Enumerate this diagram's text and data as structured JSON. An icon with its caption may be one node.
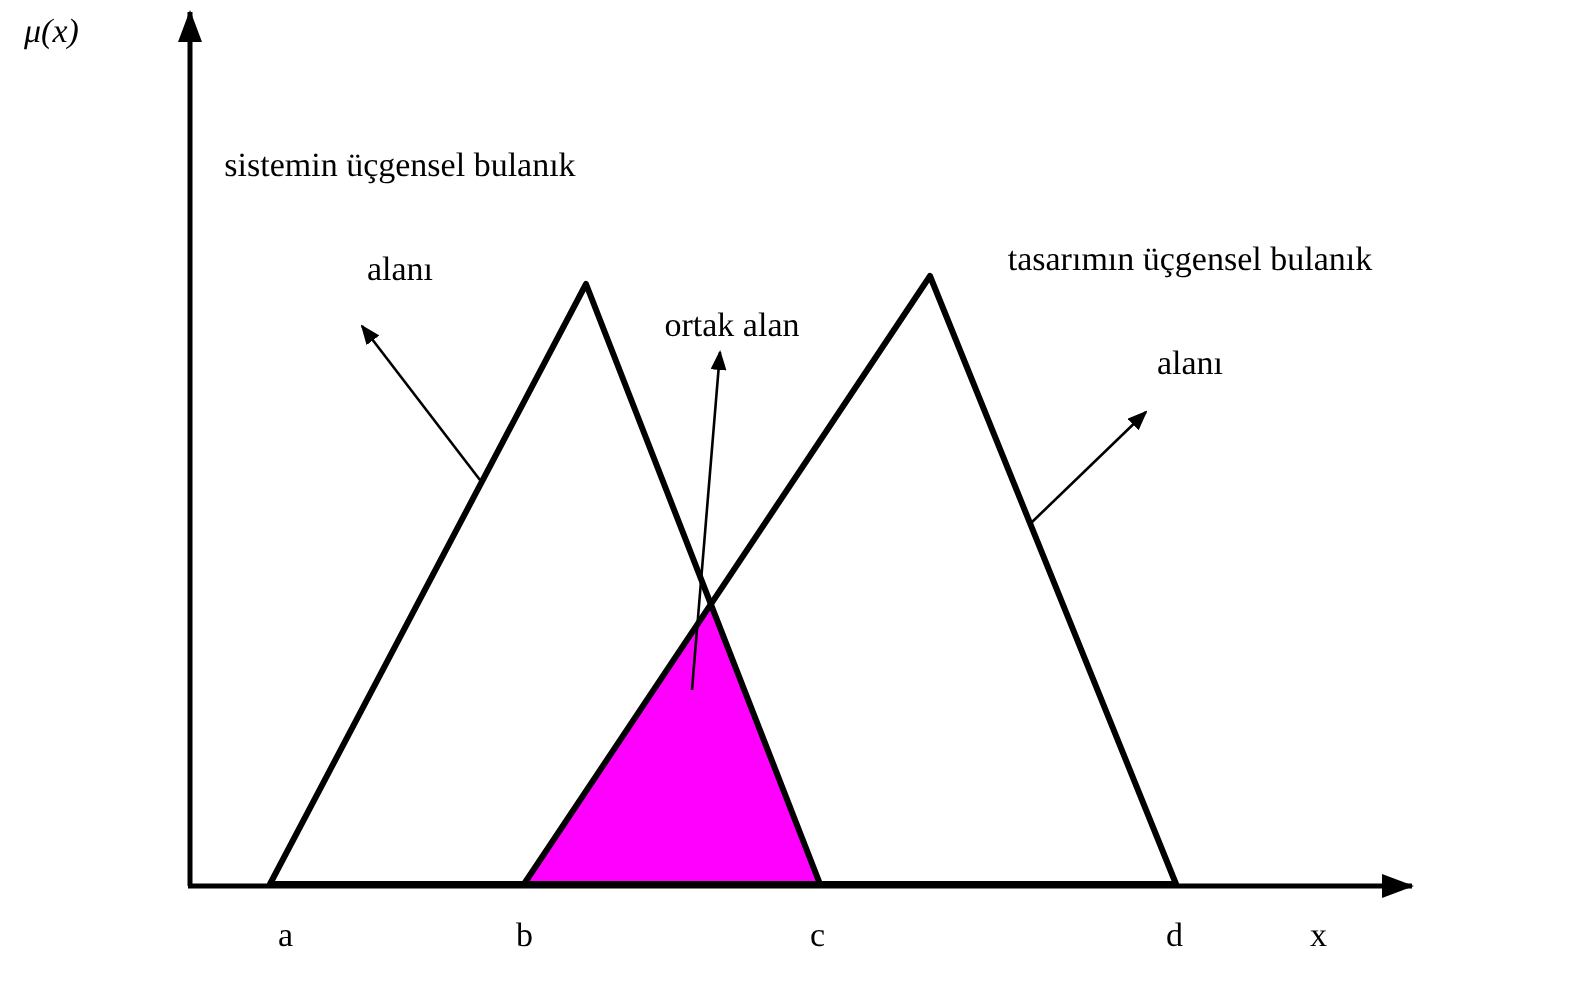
{
  "diagram": {
    "nodes": [
      {
        "text": [
          "sistemin üçgensel bulanık alanı"
        ]
      },
      {
        "text": [],
        "shape": "triangle"
      },
      {
        "text": [
          "ortak alan"
        ]
      },
      {
        "text": [],
        "shape": "triangle"
      },
      {
        "text": [
          "tasarımın üçgensel bulanık alanı"
        ]
      },
      {
        "text": [],
        "shape": "triangle"
      }
    ],
    "edges": [
      {
        "from": 1,
        "to": 0,
        "arrow": "to"
      },
      {
        "from": 3,
        "to": 2,
        "arrow": "to"
      },
      {
        "from": 5,
        "to": 4,
        "arrow": "to"
      }
    ],
    "labels": [
      "μ(x)",
      "a",
      "b",
      "c",
      "d",
      "x"
    ]
  }
}
